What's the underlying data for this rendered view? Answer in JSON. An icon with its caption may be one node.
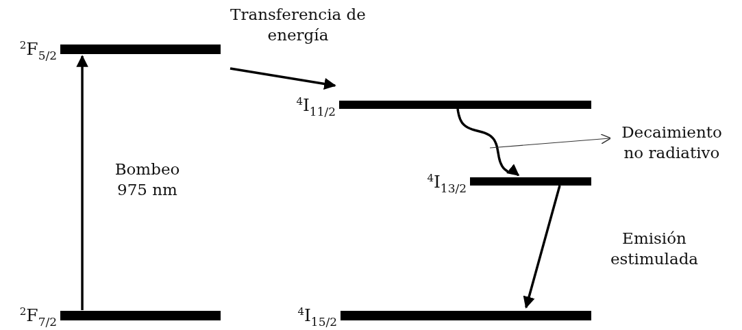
{
  "diagram": {
    "nodes": [
      {
        "text": [
          "$^{2}$F$_{5/2}$"
        ]
      },
      {
        "text": [
          "$^{2}$F$_{7/2}$"
        ]
      },
      {
        "text": [
          "$^{4}$I$_{11/2}$"
        ]
      },
      {
        "text": [
          "$^{4}$I$_{13/2}$"
        ]
      },
      {
        "text": [
          "$^{4}$I$_{15/2}$"
        ]
      },
      {
        "text": [
          "Decaimiento no radiativo"
        ]
      }
    ],
    "edges": [
      {
        "from": 1,
        "to": 0,
        "arrow": "to",
        "label": "Bombeo 975 nm"
      },
      {
        "from": 0,
        "to": 2,
        "arrow": "to",
        "label": "Transferencia de energía"
      },
      {
        "from": 2,
        "to": 3,
        "arrow": "to"
      },
      {
        "from": 3,
        "to": 4,
        "arrow": "to",
        "label": "Emisión estimulada"
      },
      {
        "from": null,
        "to": 5,
        "arrow": "to"
      }
    ]
  }
}
